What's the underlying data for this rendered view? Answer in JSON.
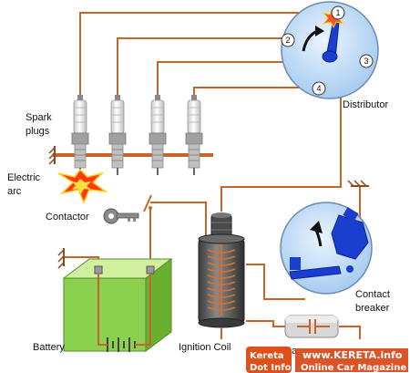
{
  "labels": {
    "spark_plugs_1": "Spark",
    "spark_plugs_2": "plugs",
    "electric_arc_1": "Electric",
    "electric_arc_2": "arc",
    "contactor": "Contactor",
    "battery": "Battery",
    "ignition_coil": "Ignition Coil",
    "distributor": "Distributor",
    "contact_breaker_1": "Contact",
    "contact_breaker_2": "breaker",
    "capacitor_partial": "Ca"
  },
  "distributor_terminals": [
    "1",
    "2",
    "3",
    "4"
  ],
  "watermark": {
    "logo_line1": "Kereta",
    "logo_line2": "Dot Info",
    "site": "www.KERETA.info",
    "tagline": "Online Car Magazine"
  },
  "colors": {
    "wire": "#c8642a",
    "distributor_fill": "#b8d8f8",
    "rotor": "#1a3fd0",
    "battery_top": "#d0f0a0",
    "battery_front": "#8cd050",
    "coil_body": "#555555",
    "plug_insulator": "#f0f0f0",
    "watermark_bar": "#d84010"
  },
  "icons": [
    "key-icon",
    "arrow-icon",
    "spark-flash-icon"
  ]
}
